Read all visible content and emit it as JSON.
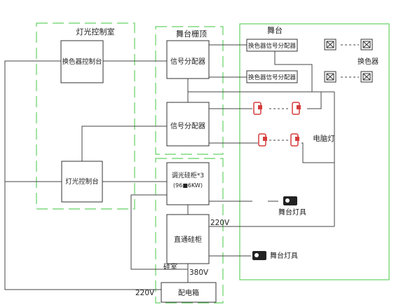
{
  "zones": {
    "control_room": "灯光控制室",
    "grid": "舞台栅顶",
    "stage": "舞台",
    "dimmer_room": "硅室"
  },
  "devices": {
    "scroller_console": "换色器控制台",
    "signal_splitter_top": "信号分配器",
    "signal_splitter_mid": "信号分配器",
    "scroller_splitter_1": "换色器信号分配器",
    "scroller_splitter_2": "换色器信号分配器",
    "lighting_console": "灯光控制台",
    "dimmer_rack_line1": "调光硅柜*3",
    "dimmer_rack_line2": "(96■6KW)",
    "direct_rack": "直通硅柜",
    "distribution_box": "配电箱"
  },
  "fixtures": {
    "color_changer": "换色器",
    "moving_light": "电脑灯",
    "stage_fixture_1": "舞台灯具",
    "stage_fixture_2": "舞台灯具"
  },
  "voltages": {
    "v220_rack": "220V",
    "v380": "380V",
    "v220_box": "220V"
  },
  "colors": {
    "zone_border": "#64d264",
    "moving_light": "#d63c3c",
    "line": "#444444"
  },
  "icons": [
    "scroller-unit-icon",
    "moving-head-icon",
    "stage-spotlight-icon"
  ]
}
